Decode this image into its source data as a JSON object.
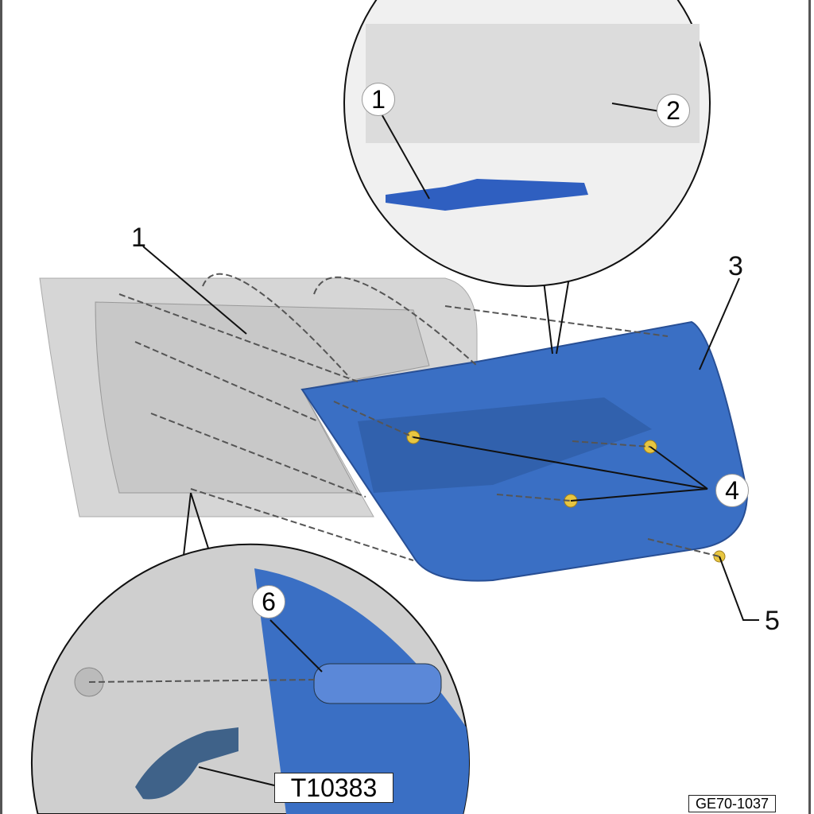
{
  "labels": {
    "l1_main": "1",
    "l1_detail": "1",
    "l2": "2",
    "l3": "3",
    "l4": "4",
    "l5": "5",
    "l6": "6"
  },
  "tool_label": "T10383",
  "figure_code": "GE70-1037",
  "colors": {
    "panel_blue": "#3a6fc4",
    "door_gray": "#d4d4d4",
    "fastener": "#e8c640"
  }
}
